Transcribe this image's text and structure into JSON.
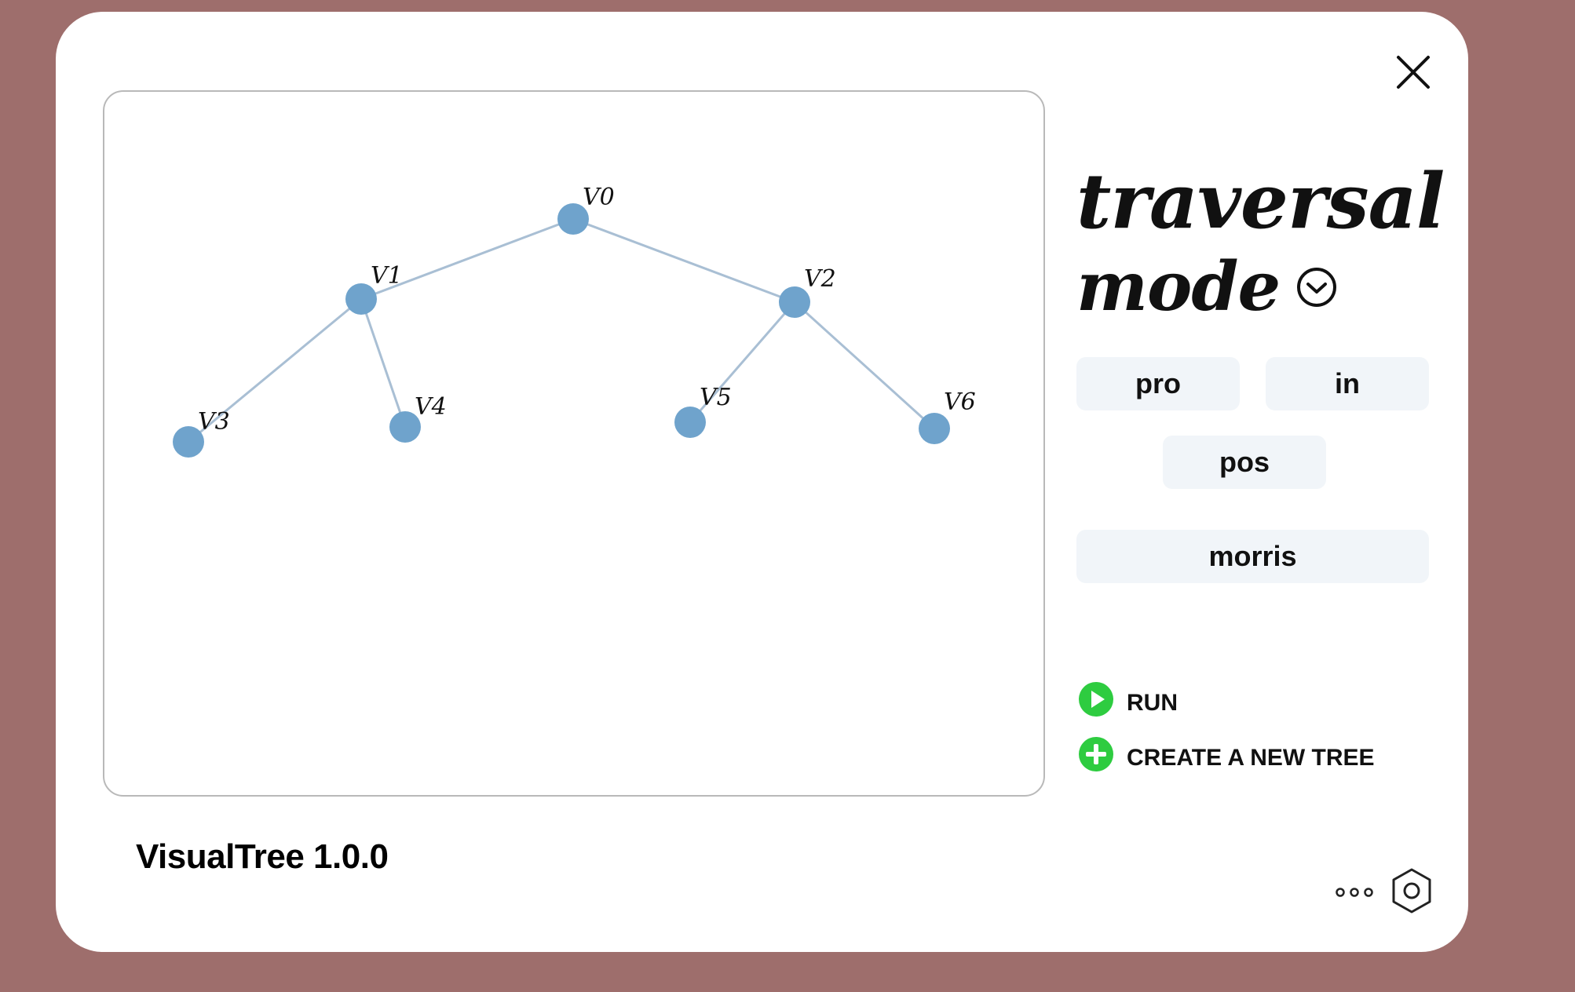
{
  "app": {
    "name_version": "VisualTree 1.0.0"
  },
  "panel": {
    "title_line1": "traversal",
    "title_line2": "mode",
    "modes": [
      "pro",
      "in",
      "pos",
      "morris"
    ]
  },
  "actions": {
    "run_label": "RUN",
    "create_label": "CREATE A NEW TREE"
  },
  "colors": {
    "node": "#6fa3cc",
    "edge": "#a9bfd4",
    "accent_green": "#2ecc40",
    "button_bg": "#f1f5f9"
  },
  "icons": {
    "close": "close-icon",
    "dropdown": "chevron-down-circle-icon",
    "run": "play-circle-icon",
    "create": "plus-circle-icon",
    "more": "more-dots-icon",
    "settings": "hexagon-settings-icon"
  },
  "tree": {
    "nodes": [
      {
        "id": "v0",
        "label": "V0"
      },
      {
        "id": "v1",
        "label": "V1"
      },
      {
        "id": "v2",
        "label": "V2"
      },
      {
        "id": "v3",
        "label": "V3"
      },
      {
        "id": "v4",
        "label": "V4"
      },
      {
        "id": "v5",
        "label": "V5"
      },
      {
        "id": "v6",
        "label": "V6"
      }
    ],
    "edges": [
      [
        "v0",
        "v1"
      ],
      [
        "v0",
        "v2"
      ],
      [
        "v1",
        "v3"
      ],
      [
        "v1",
        "v4"
      ],
      [
        "v2",
        "v5"
      ],
      [
        "v2",
        "v6"
      ]
    ]
  }
}
